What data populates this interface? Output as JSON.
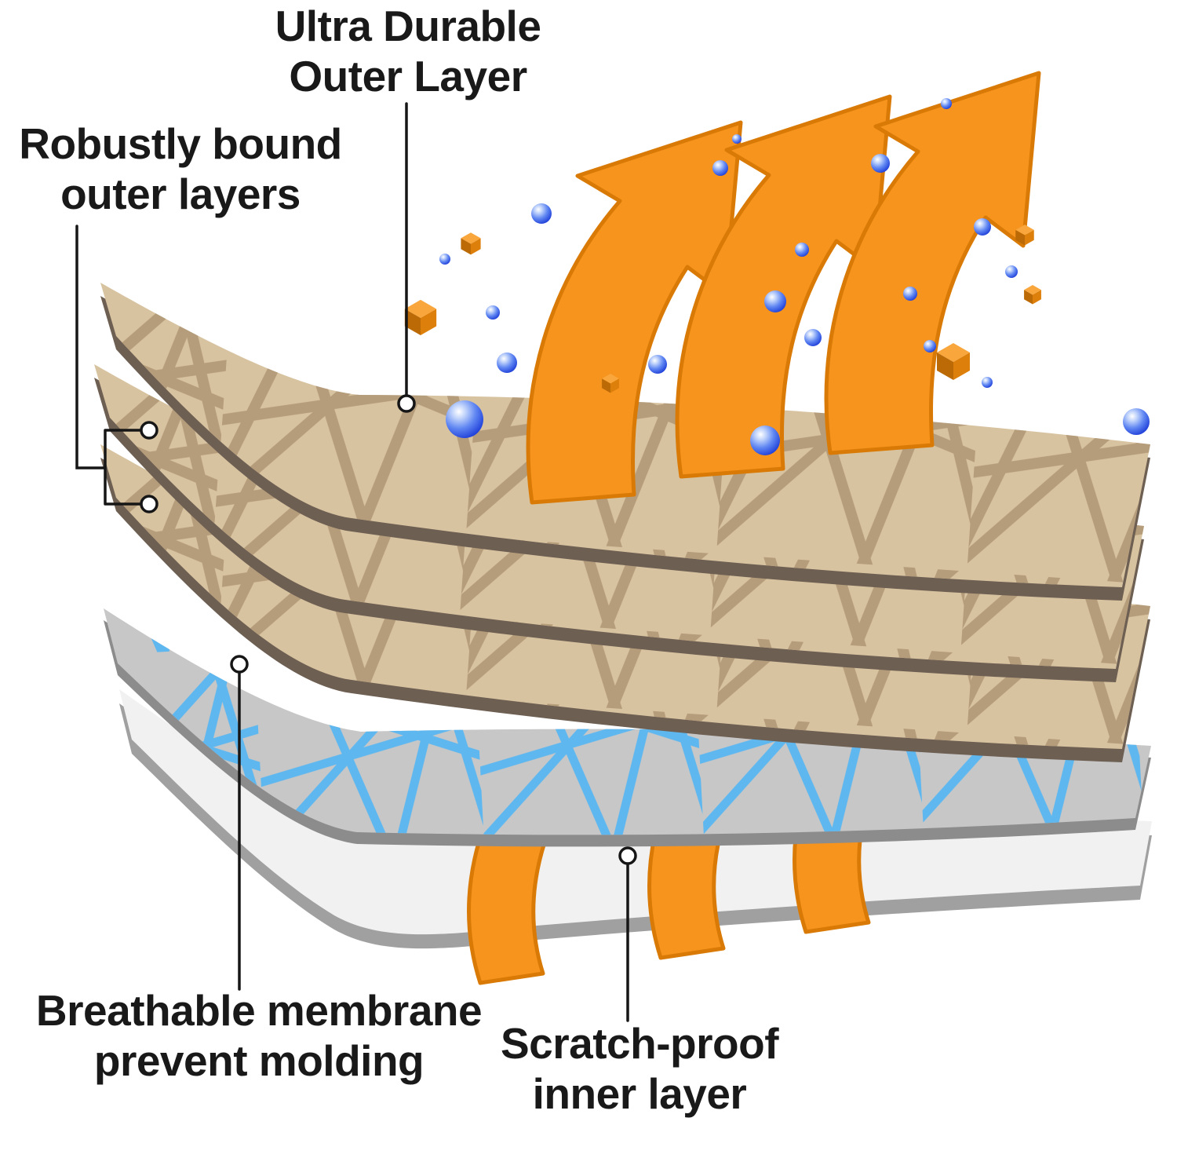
{
  "figure": {
    "type": "layered-fabric-cross-section-diagram",
    "background": "#FFFFFF"
  },
  "labels": {
    "outer_layer": {
      "line1": "Ultra Durable",
      "line2": "Outer Layer"
    },
    "bound_layers": {
      "line1": "Robustly bound",
      "line2": "outer layers"
    },
    "membrane": {
      "line1": "Breathable membrane",
      "line2": "prevent molding"
    },
    "inner_layer": {
      "line1": "Scratch-proof",
      "line2": "inner layer"
    }
  },
  "elements": {
    "fabric_layers_count": 3,
    "steam_arrows_top_count": 3,
    "airflow_bands_bottom_count": 3,
    "water_droplets": "glossy blue spheres",
    "dirt_particles": "small orange cubes"
  },
  "colors": {
    "arrow_orange": "#F7941E",
    "arrow_orange_dark": "#D97A06",
    "fabric_tan": "#D8C3A0",
    "fabric_weave": "#AD9372",
    "fabric_edge": "#6E5F53",
    "membrane_gray": "#C7C7C7",
    "membrane_net_blue": "#58B6F2",
    "membrane_edge": "#8C8C8C",
    "inner_white": "#F1F1F1",
    "inner_edge": "#A0A0A0",
    "droplet_blue": "#1E3ED8",
    "particle_orange": "#DD7F0B",
    "text_black": "#191919"
  }
}
